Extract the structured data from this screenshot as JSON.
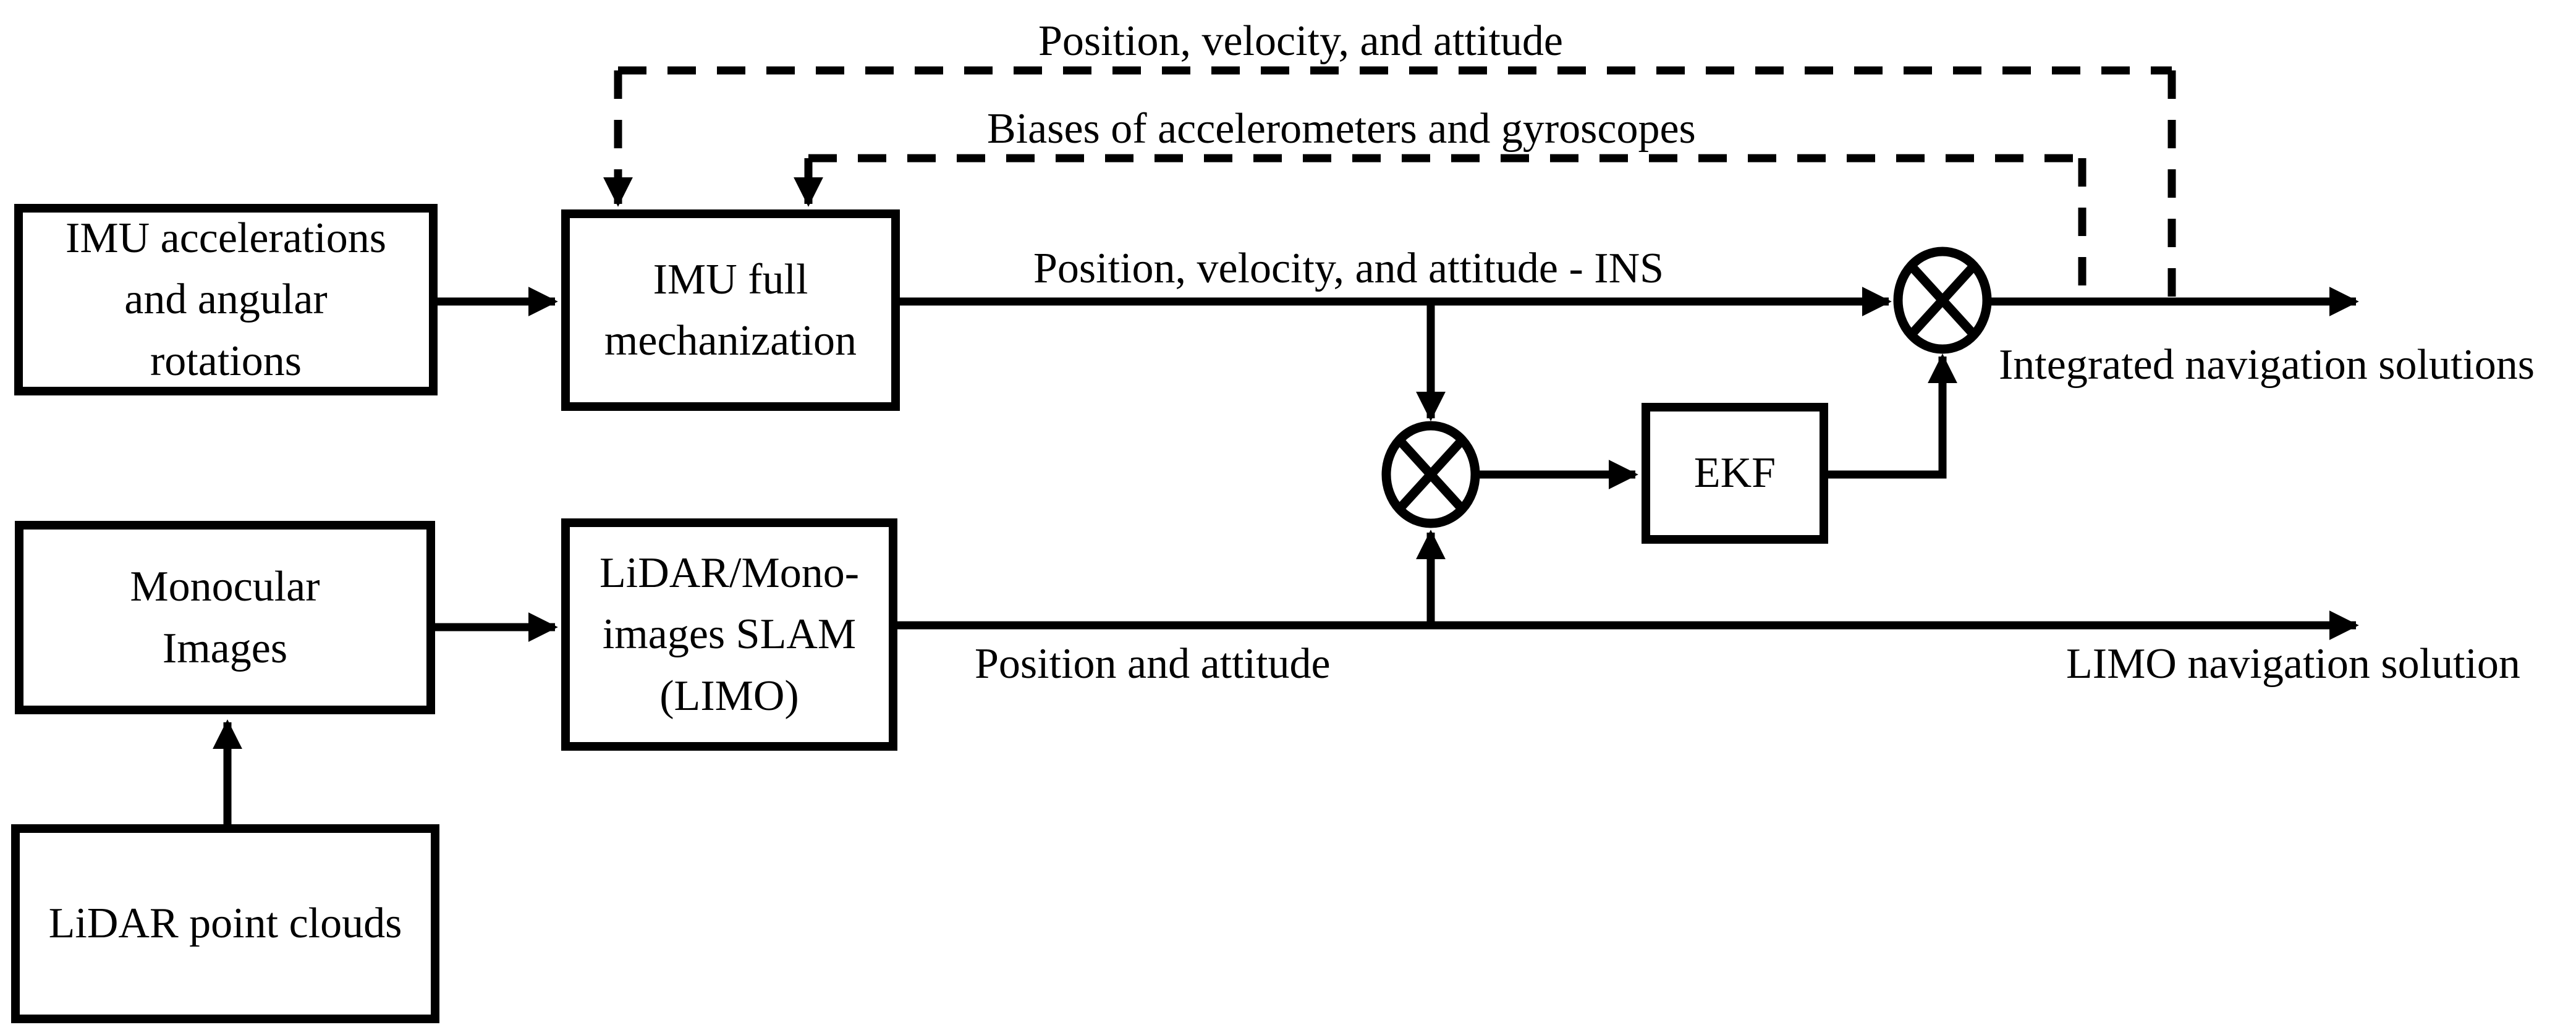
{
  "diagram": {
    "colors": {
      "ink": "#000000",
      "background": "#ffffff"
    },
    "boxes": {
      "imu_input": "IMU accelerations\nand angular\nrotations",
      "imu_mech": "IMU full\nmechanization",
      "mono_images": "Monocular\nImages",
      "slam": "LiDAR/Mono-\nimages SLAM\n(LIMO)",
      "lidar": "LiDAR point clouds",
      "ekf": "EKF"
    },
    "labels": {
      "feedback_pva": "Position, velocity, and attitude",
      "feedback_biases": "Biases of accelerometers and gyroscopes",
      "ins_output": "Position, velocity, and attitude - INS",
      "integrated_output": "Integrated navigation solutions",
      "limo_measurement": "Position and attitude",
      "limo_output": "LIMO navigation solution"
    },
    "nodes": {
      "mixer_upper": "multiplication-junction",
      "mixer_lower": "multiplication-junction"
    }
  }
}
